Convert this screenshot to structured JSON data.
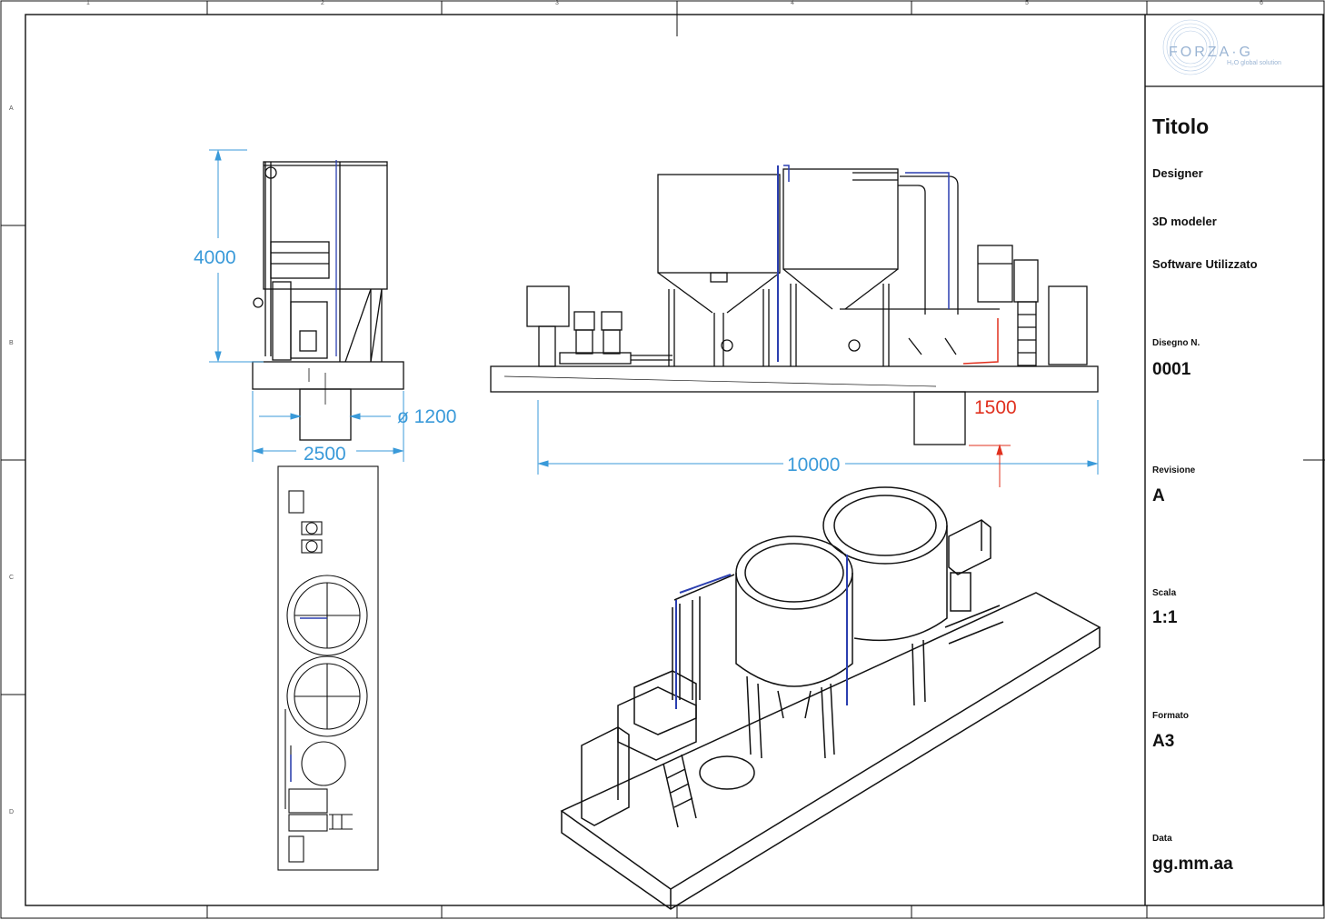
{
  "zones": {
    "columns": [
      "1",
      "2",
      "3",
      "4",
      "5",
      "6"
    ],
    "rows": [
      "A",
      "B",
      "C",
      "D"
    ]
  },
  "title_block": {
    "logo_text": "FORZA·G",
    "logo_subtitle": "H₂O global solution",
    "title": "Titolo",
    "designer_label": "Designer",
    "modeler_label": "3D modeler",
    "software_label": "Software Utilizzato",
    "drawing_no_label": "Disegno  N.",
    "drawing_no": "0001",
    "revision_label": "Revisione",
    "revision": "A",
    "scale_label": "Scala",
    "scale": "1:1",
    "format_label": "Formato",
    "format": "A3",
    "date_label": "Data",
    "date": "gg.mm.aa"
  },
  "dimensions": {
    "height": "4000",
    "diameter": "ø 1200",
    "width": "2500",
    "depth": "1500",
    "length": "10000"
  },
  "colors": {
    "line": "#111111",
    "dimension": "#3a9ad9",
    "highlight": "#e0301e",
    "pipe": "#2b3fb0",
    "logo": "#9ab4d3"
  }
}
